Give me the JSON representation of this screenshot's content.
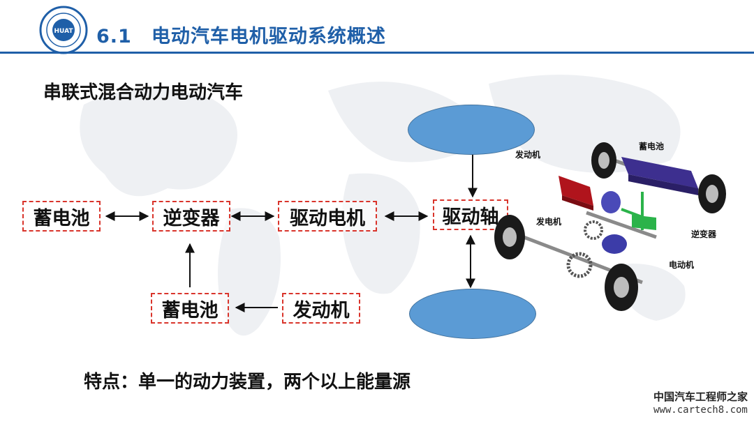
{
  "header": {
    "section_number": "6.1",
    "title": "电动汽车电机驱动系统概述",
    "logo_text": "HUAT"
  },
  "subtitle": "串联式混合动力电动汽车",
  "diagram": {
    "nodes": {
      "battery_top": "蓄电池",
      "inverter": "逆变器",
      "drive_motor": "驱动电机",
      "drive_axle": "驱动轴",
      "battery_bottom": "蓄电池",
      "engine": "发动机"
    }
  },
  "illustration": {
    "labels": {
      "engine": "发动机",
      "battery": "蓄电池",
      "generator": "发电机",
      "inverter": "逆变器",
      "motor": "电动机"
    }
  },
  "note": "特点：单一的动力装置，两个以上能量源",
  "watermark": {
    "line1": "中国汽车工程师之家",
    "line2": "www.cartech8.com"
  },
  "colors": {
    "title_blue": "#1f5fa8",
    "dash_red": "#d9342b",
    "wheel_blue": "#5b9bd5"
  }
}
